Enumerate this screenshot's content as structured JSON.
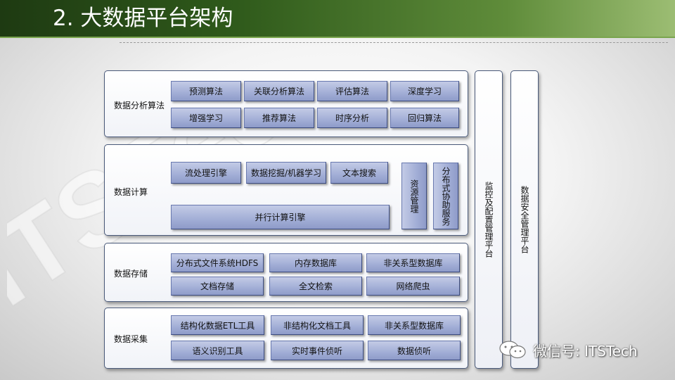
{
  "title": "2. 大数据平台架构",
  "watermark": {
    "text": "ITSTech"
  },
  "footer": {
    "wechat_label": "微信号: ITSTech",
    "icon": "wechat-icon"
  },
  "layers": {
    "analysis": {
      "label": "数据分析算法",
      "row1": [
        "预测算法",
        "关联分析算法",
        "评估算法",
        "深度学习"
      ],
      "row2": [
        "增强学习",
        "推荐算法",
        "时序分析",
        "回归算法"
      ]
    },
    "compute": {
      "label": "数据计算",
      "row1": [
        "流处理引擎",
        "数据挖掘/机器学习",
        "文本搜索"
      ],
      "engine": "并行计算引擎",
      "resource": "资源管理",
      "coordination": "分布式协助服务"
    },
    "storage": {
      "label": "数据存储",
      "row1": [
        "分布式文件系统HDFS",
        "内存数据库",
        "非关系型数据库"
      ],
      "row2": [
        "文档存储",
        "全文检索",
        "网络爬虫"
      ]
    },
    "collection": {
      "label": "数据采集",
      "row1": [
        "结构化数据ETL工具",
        "非结构化文档工具",
        "非关系型数据库"
      ],
      "row2": [
        "语义识别工具",
        "实时事件侦听",
        "数据侦听"
      ]
    }
  },
  "side_panels": {
    "monitor": "监控及配置管理平台",
    "security": "数据安全管理平台"
  },
  "colors": {
    "title_bar": "#2f5a1b",
    "box_fill": "#a2aed6",
    "box_border": "#3c4c80"
  }
}
